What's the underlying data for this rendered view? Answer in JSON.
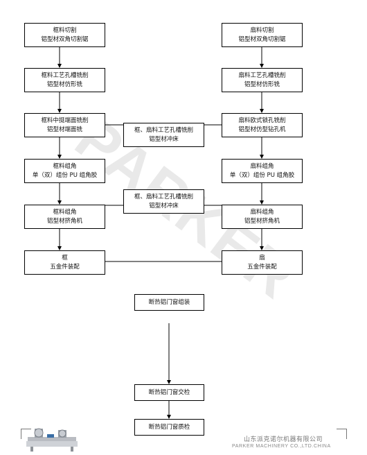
{
  "watermark": "PARKER",
  "nodes": {
    "frame_cut": {
      "line1": "框料切割",
      "line2": "铝型材双角切割锯"
    },
    "sash_cut": {
      "line1": "扇料切割",
      "line2": "铝型材双角切割锯"
    },
    "frame_mill": {
      "line1": "框料工艺孔槽铣削",
      "line2": "铝型材仿形铣"
    },
    "sash_mill": {
      "line1": "扇料工艺孔槽铣削",
      "line2": "铝型材仿形铣"
    },
    "frame_end": {
      "line1": "框料中挺端面铣削",
      "line2": "铝型材端面铣"
    },
    "sash_lock": {
      "line1": "扇料欧式锁孔铣削",
      "line2": "铝型材仿型钻孔机"
    },
    "punch_1": {
      "line1": "框、扇料工艺孔槽铣削",
      "line2": "铝型材冲床"
    },
    "frame_glue": {
      "line1": "框料组角",
      "line2": "单（双）组份 PU 组角胶"
    },
    "sash_glue": {
      "line1": "扇料组角",
      "line2": "单（双）组份 PU 组角胶"
    },
    "punch_2": {
      "line1": "框、扇料工艺孔槽铣削",
      "line2": "铝型材冲床"
    },
    "frame_crimp": {
      "line1": "框料组角",
      "line2": "铝型材挤角机"
    },
    "sash_crimp": {
      "line1": "扇料组角",
      "line2": "铝型材挤角机"
    },
    "frame_hardware": {
      "line1": "框",
      "line2": "五金件装配"
    },
    "sash_hardware": {
      "line1": "扇",
      "line2": "五金件装配"
    },
    "assembly": {
      "line1": "断热铝门窗组装"
    },
    "handover": {
      "line1": "断热铝门窗交检"
    },
    "quality": {
      "line1": "断热铝门窗质检"
    }
  },
  "footer": {
    "company_cn": "山东派克诺尔机器有限公司",
    "company_en": "PARKER MACHINERY CO.,LTD.CHINA"
  }
}
